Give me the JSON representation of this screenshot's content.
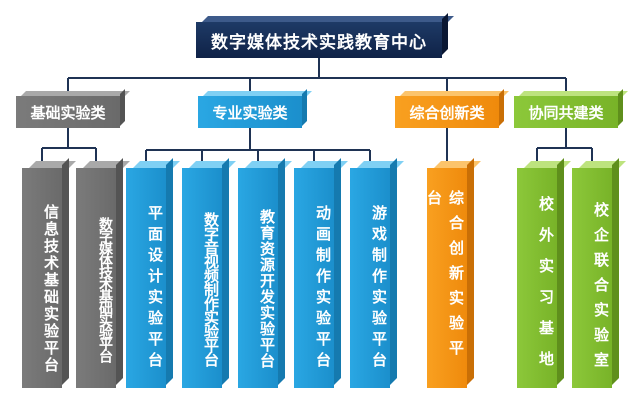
{
  "root": {
    "label": "数字媒体技术实践教育中心"
  },
  "categories": [
    {
      "id": "basic",
      "label": "基础实验类",
      "color": "#7a7a7a"
    },
    {
      "id": "major",
      "label": "专业实验类",
      "color": "#1f9ad6"
    },
    {
      "id": "comprehensive",
      "label": "综合创新类",
      "color": "#f7931e"
    },
    {
      "id": "collab",
      "label": "协同共建类",
      "color": "#86c232"
    }
  ],
  "platforms": [
    {
      "category": "basic",
      "label": "信息技术基础实验平台"
    },
    {
      "category": "basic",
      "label": "数字媒体技术基础实验平台"
    },
    {
      "category": "major",
      "label": "平面设计实验平台"
    },
    {
      "category": "major",
      "label": "数字音视频制作实验平台"
    },
    {
      "category": "major",
      "label": "教育资源开发实验平台"
    },
    {
      "category": "major",
      "label": "动画制作实验平台"
    },
    {
      "category": "major",
      "label": "游戏制作实验平台"
    },
    {
      "category": "comprehensive",
      "label": "综合创新实验平台"
    },
    {
      "category": "collab",
      "label": "校外实习基地"
    },
    {
      "category": "collab",
      "label": "校企联合实验室"
    }
  ]
}
